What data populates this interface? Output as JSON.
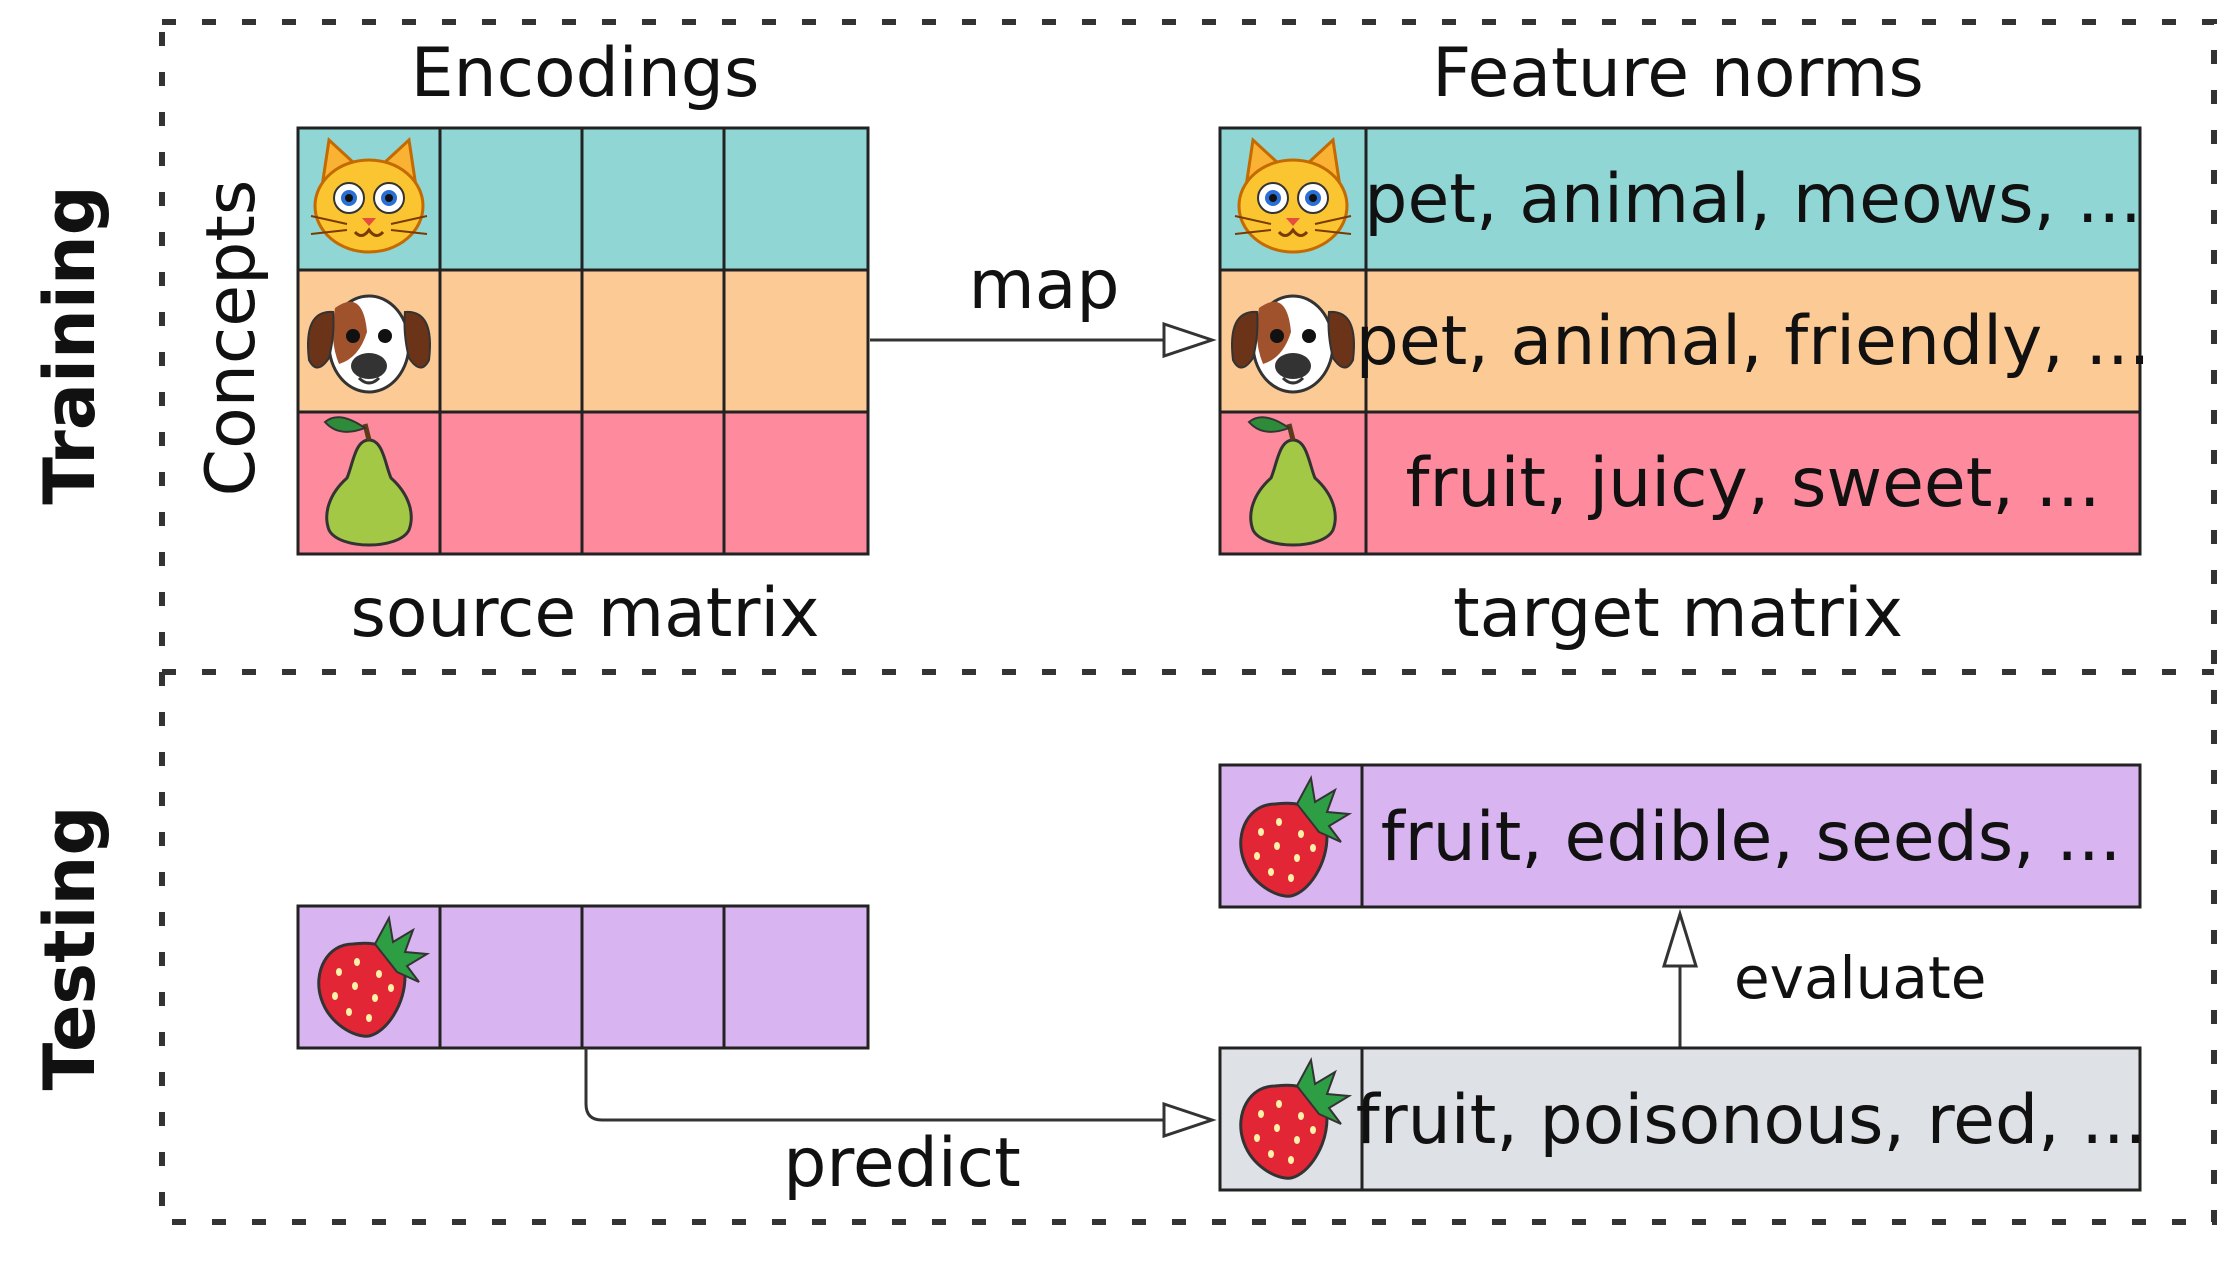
{
  "sections": {
    "training": "Training",
    "testing": "Testing"
  },
  "training": {
    "encodings_title": "Encodings",
    "feature_norms_title": "Feature norms",
    "concepts_label": "Concepts",
    "source_label": "source matrix",
    "target_label": "target matrix",
    "map_label": "map",
    "rows": [
      {
        "concept": "cat",
        "icon": "cat-face-icon",
        "features": "pet, animal, meows, ...",
        "color": "#8fd6d5"
      },
      {
        "concept": "dog",
        "icon": "dog-face-icon",
        "features": "pet, animal, friendly, ...",
        "color": "#fcca95"
      },
      {
        "concept": "pear",
        "icon": "pear-icon",
        "features": "fruit, juicy, sweet, ...",
        "color": "#fd8b9d"
      }
    ]
  },
  "testing": {
    "icon": "strawberry-icon",
    "encoding_color": "#d8b4f0",
    "predict_label": "predict",
    "evaluate_label": "evaluate",
    "true_features": "fruit, edible, seeds, ...",
    "true_color": "#d8b4f0",
    "predicted_features": "fruit, poisonous, red, ...",
    "predicted_color": "#dee1e6"
  }
}
